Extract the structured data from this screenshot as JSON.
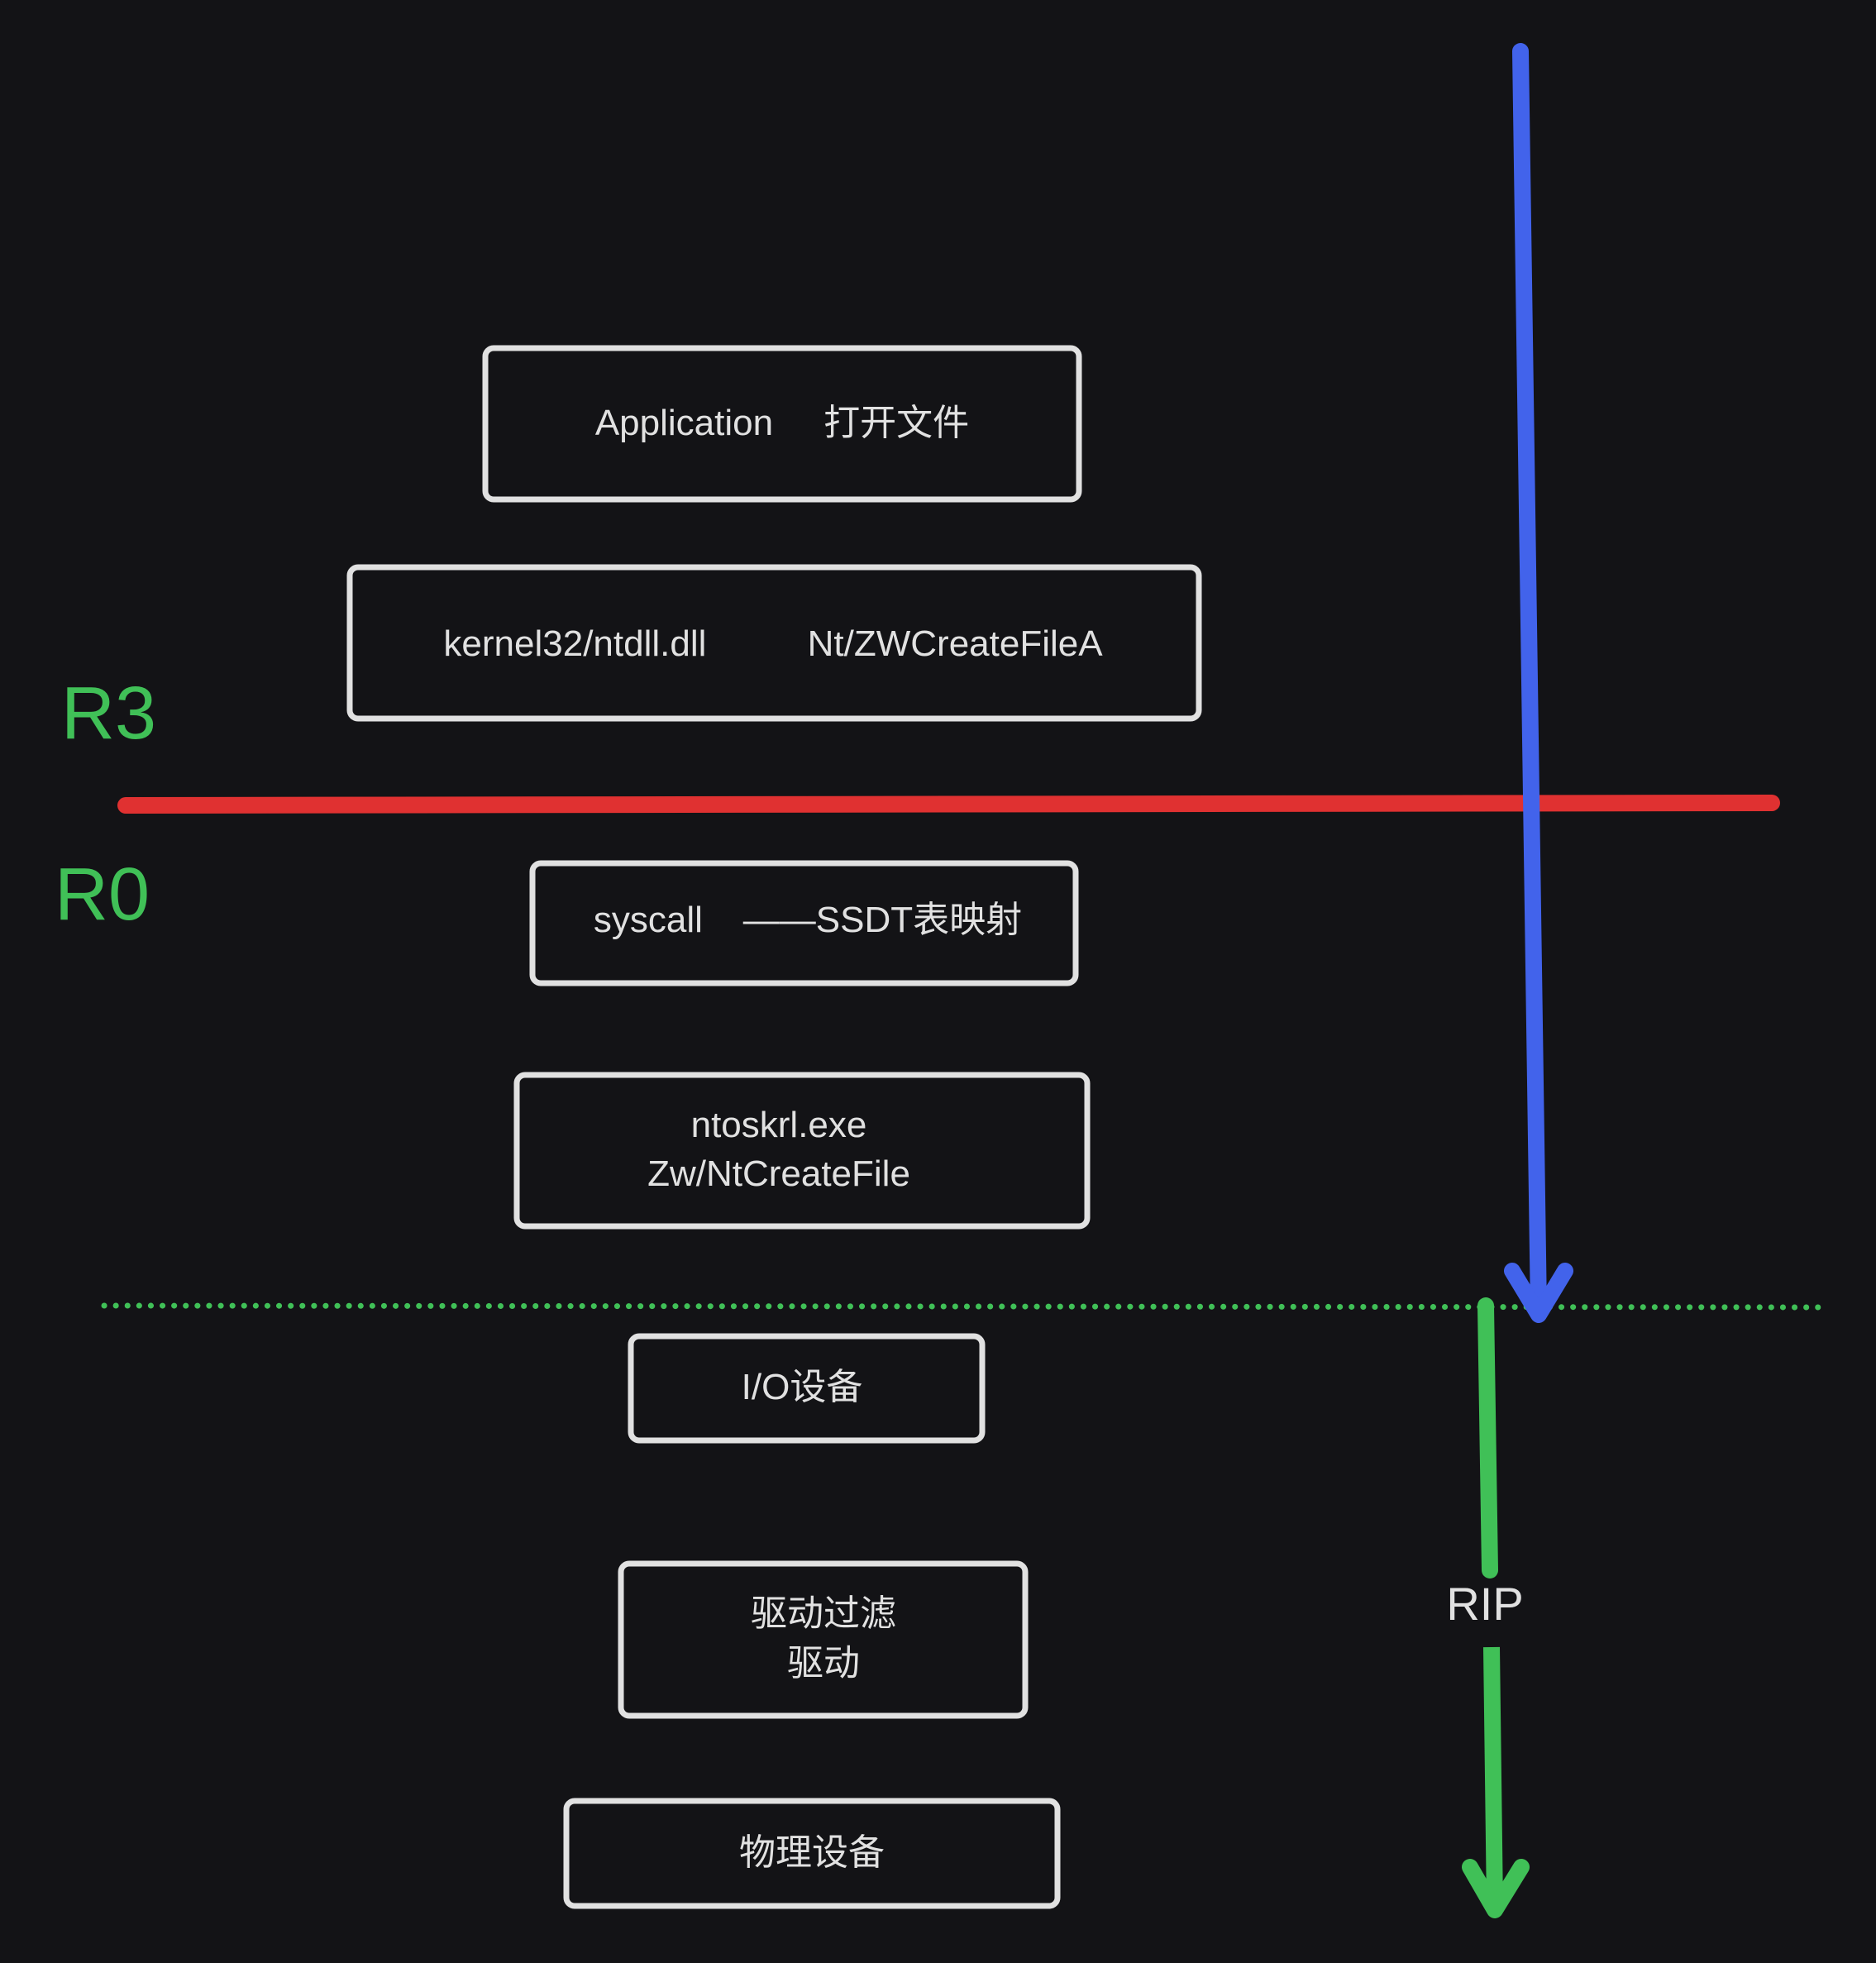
{
  "diagram": {
    "title": "Windows file-open call path (R3 → R0)",
    "colors": {
      "background": "#131316",
      "box_stroke": "#e1e1e1",
      "text": "#e1e1e1",
      "ring_label": "#40c057",
      "privilege_boundary": "#e03131",
      "call_arrow": "#4263eb",
      "device_boundary": "#40c057",
      "rip_arrow": "#40c057"
    },
    "ring_labels": {
      "user_mode": "R3",
      "kernel_mode": "R0"
    },
    "boxes": [
      {
        "id": "application",
        "lines": [
          "Application     打开文件"
        ]
      },
      {
        "id": "kernel32-ntdll",
        "lines": [
          "kernel32/ntdll.dll          Nt/ZWCreateFileA"
        ]
      },
      {
        "id": "syscall",
        "lines": [
          "syscall    ——SSDT表映射"
        ]
      },
      {
        "id": "ntoskrl",
        "lines": [
          "ntoskrl.exe",
          "Zw/NtCreateFile"
        ]
      },
      {
        "id": "io-device",
        "lines": [
          "I/O设备"
        ]
      },
      {
        "id": "filter-driver",
        "lines": [
          "驱动过滤",
          "驱动"
        ]
      },
      {
        "id": "physical-device",
        "lines": [
          "物理设备"
        ]
      }
    ],
    "rip_label": "RIP"
  }
}
